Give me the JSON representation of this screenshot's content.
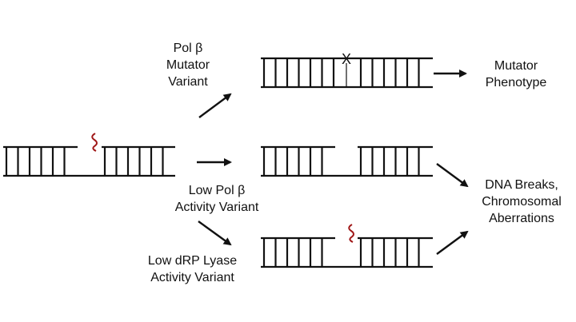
{
  "colors": {
    "ink": "#111111",
    "damage": "#a01818",
    "background": "#ffffff"
  },
  "labels": {
    "mutator_variant": [
      "Pol β",
      "Mutator",
      "Variant"
    ],
    "low_activity_variant": [
      "Low Pol β",
      "Activity Variant"
    ],
    "low_lyase_variant": [
      "Low dRP Lyase",
      "Activity Variant"
    ],
    "mutator_phenotype": [
      "Mutator",
      "Phenotype"
    ],
    "dna_breaks": [
      "DNA Breaks,",
      "Chromosomal",
      "Aberrations"
    ],
    "mismatch_mark": "X"
  }
}
